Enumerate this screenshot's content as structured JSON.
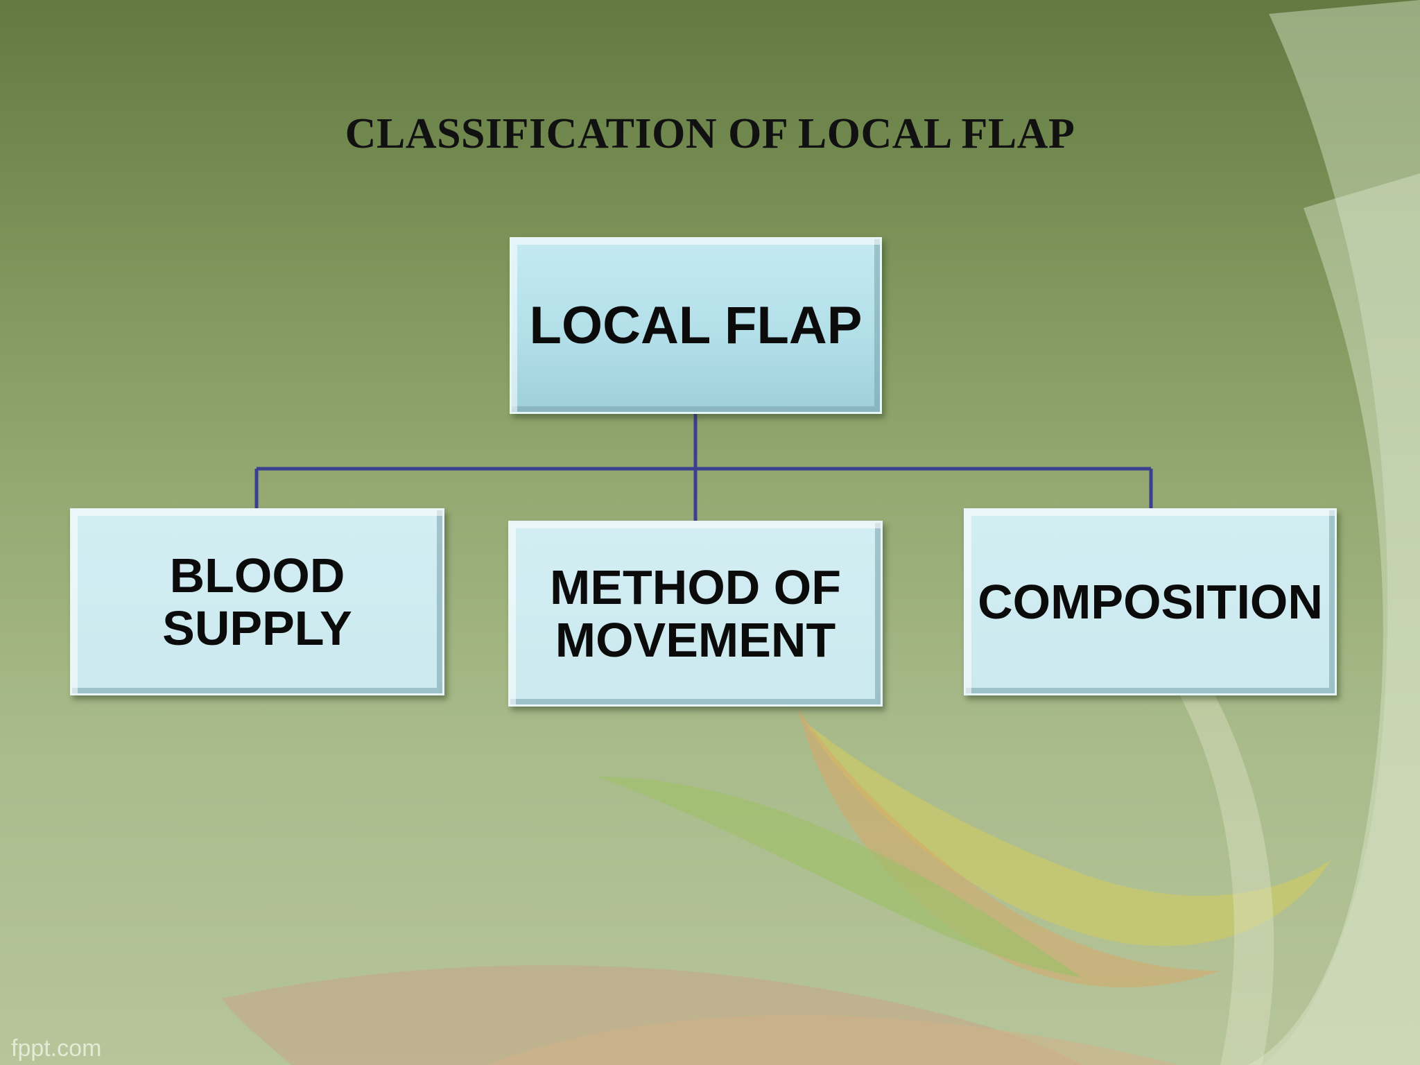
{
  "slide": {
    "title": "CLASSIFICATION OF LOCAL FLAP",
    "watermark": "fppt.com"
  },
  "diagram": {
    "root": {
      "label": "LOCAL FLAP"
    },
    "children": [
      {
        "label": "BLOOD SUPPLY",
        "lines": [
          "BLOOD",
          "SUPPLY"
        ]
      },
      {
        "label": "METHOD OF MOVEMENT",
        "lines": [
          "METHOD OF",
          "MOVEMENT"
        ]
      },
      {
        "label": "COMPOSITION",
        "lines": [
          "COMPOSITION"
        ]
      }
    ]
  },
  "colors": {
    "connector": "#3b3f8f",
    "node_fill": "#c4eaf2"
  }
}
